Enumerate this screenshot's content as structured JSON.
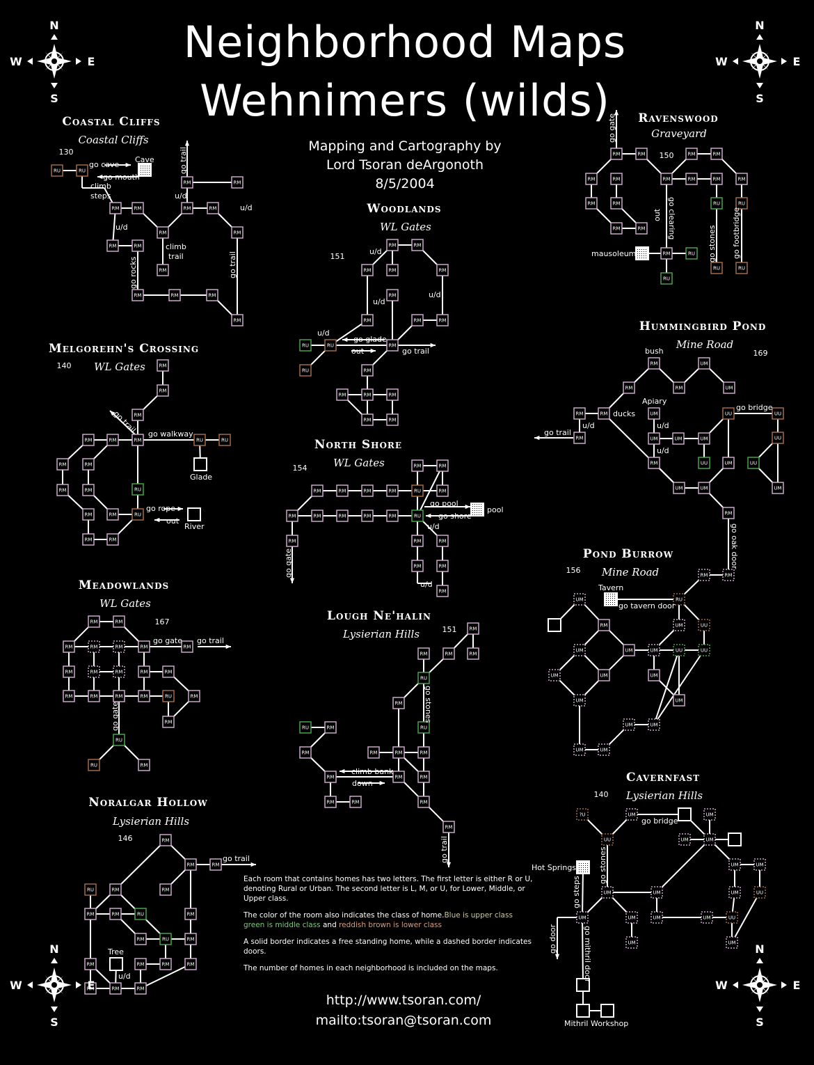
{
  "title_line1": "Neighborhood Maps",
  "title_line2": "Wehnimers (wilds)",
  "credit": [
    "Mapping and Cartography by",
    "Lord Tsoran deArgonoth",
    "8/5/2004"
  ],
  "compass": {
    "n": "N",
    "s": "S",
    "e": "E",
    "w": "W"
  },
  "colors": {
    "background": "#000000",
    "line": "#ffffff",
    "lower_class": "#a06a48",
    "middle_class": "#4aa04a",
    "upper_class": "#6688cc",
    "room_default": "#c8a8c8"
  },
  "areas": [
    {
      "name": "Coastal Cliffs",
      "sub": "Coastal Cliffs",
      "count": "130"
    },
    {
      "name": "Melgorehn's Crossing",
      "sub": "WL Gates",
      "count": "140"
    },
    {
      "name": "Meadowlands",
      "sub": "WL Gates",
      "count": "167"
    },
    {
      "name": "Noralgar Hollow",
      "sub": "Lysierian Hills",
      "count": "146"
    },
    {
      "name": "Woodlands",
      "sub": "WL Gates",
      "count": "151"
    },
    {
      "name": "North Shore",
      "sub": "WL Gates",
      "count": "154"
    },
    {
      "name": "Lough Ne'halin",
      "sub": "Lysierian Hills",
      "count": "151"
    },
    {
      "name": "Ravenswood",
      "sub": "Graveyard",
      "count": "150"
    },
    {
      "name": "Hummingbird Pond",
      "sub": "Mine Road",
      "count": "169"
    },
    {
      "name": "Pond Burrow",
      "sub": "Mine Road",
      "count": "156"
    },
    {
      "name": "Cavernfast",
      "sub": "Lysierian Hills",
      "count": "140"
    }
  ],
  "labels": {
    "cave": "Cave",
    "go_cave": "go cave",
    "go_mouth": "go mouth",
    "climb_steps_1": "climb",
    "climb_steps_2": "steps",
    "go_trail": "go trail",
    "ud": "u/d",
    "climb_trail_1": "climb",
    "climb_trail_2": "trail",
    "go_rocks": "go rocks",
    "go_walkway": "go walkway",
    "glade": "Glade",
    "go_rope": "go rope",
    "out": "out",
    "river": "River",
    "go_gate": "go gate",
    "go_glade": "go glade",
    "go_pool": "go pool",
    "pool": "pool",
    "go_shore": "go shore",
    "climb_bank": "climb bank",
    "down": "down",
    "go_stones": "go stones",
    "go_clearing": "go clearing",
    "mausoleum": "mausoleum",
    "go_footbridge": "go footbridge",
    "bush": "bush",
    "apiary": "Apiary",
    "ducks": "ducks",
    "go_bridge": "go bridge",
    "go_oak_door": "go oak door",
    "tavern": "Tavern",
    "go_tavern_door": "go tavern door",
    "hot_springs": "Hot Springs",
    "go_steps": "go steps",
    "go_door": "go door",
    "go_mithril_door": "go mithril door",
    "mithril_workshop": "Mithril Workshop",
    "tree": "Tree"
  },
  "room_codes": {
    "rm": "RM",
    "ru": "RU",
    "um": "UM",
    "uu": "UU",
    "unknown": "?U"
  },
  "legend": {
    "p1": "Each room that contains homes has two letters.  The first letter is either R or U, denoting Rural or Urban.  The second letter is L, M, or U, for Lower, Middle, or Upper class.",
    "p2a": "The color of the room also indicates the class of home.",
    "p2b": "Blue is upper class",
    "p2c": "green is middle class",
    "p2d": " and ",
    "p2e": "reddish brown is lower class",
    "p3": "A solid border indicates a free standing home, while a dashed border indicates doors.",
    "p4": "The number of homes in each neighborhood is included on the maps."
  },
  "footer": {
    "url": "http://www.tsoran.com/",
    "mail": "mailto:tsoran@tsoran.com"
  }
}
